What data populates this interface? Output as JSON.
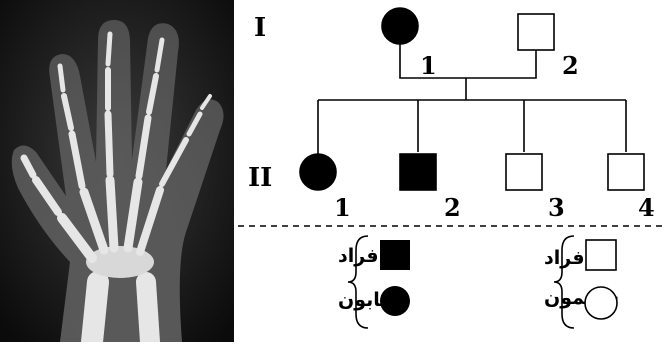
{
  "image": {
    "icon": "hand-xray-image"
  },
  "pedigree": {
    "generations": [
      {
        "label": "I",
        "members": [
          {
            "number": "1",
            "sex": "female",
            "status": "affected"
          },
          {
            "number": "2",
            "sex": "male",
            "status": "healthy"
          }
        ]
      },
      {
        "label": "II",
        "members": [
          {
            "number": "1",
            "sex": "female",
            "status": "affected"
          },
          {
            "number": "2",
            "sex": "male",
            "status": "affected"
          },
          {
            "number": "3",
            "sex": "male",
            "status": "healthy"
          },
          {
            "number": "4",
            "sex": "male",
            "status": "healthy"
          }
        ]
      }
    ]
  },
  "legend": {
    "affected_line1": "أفراد",
    "affected_line2": "مصابون",
    "healthy_line1": "أفراد",
    "healthy_line2": "سليمون"
  },
  "colors": {
    "affected": "#000000",
    "healthy": "#ffffff",
    "line": "#000000"
  }
}
